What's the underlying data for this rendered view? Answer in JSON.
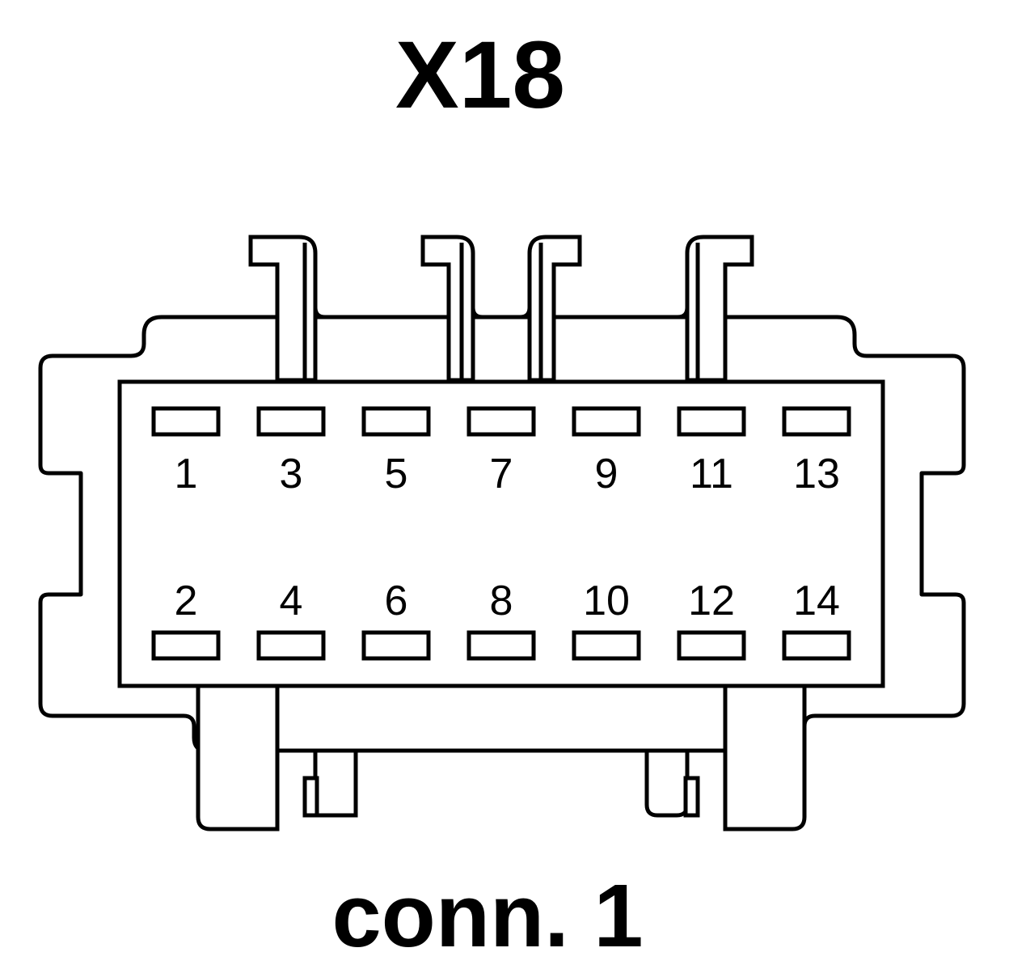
{
  "connector": {
    "id": "X18",
    "caption": "conn. 1"
  },
  "pins": {
    "top_row": [
      "1",
      "3",
      "5",
      "7",
      "9",
      "11",
      "13"
    ],
    "bottom_row": [
      "2",
      "4",
      "6",
      "8",
      "10",
      "12",
      "14"
    ]
  },
  "colors": {
    "line": "#000000",
    "background": "#ffffff"
  }
}
